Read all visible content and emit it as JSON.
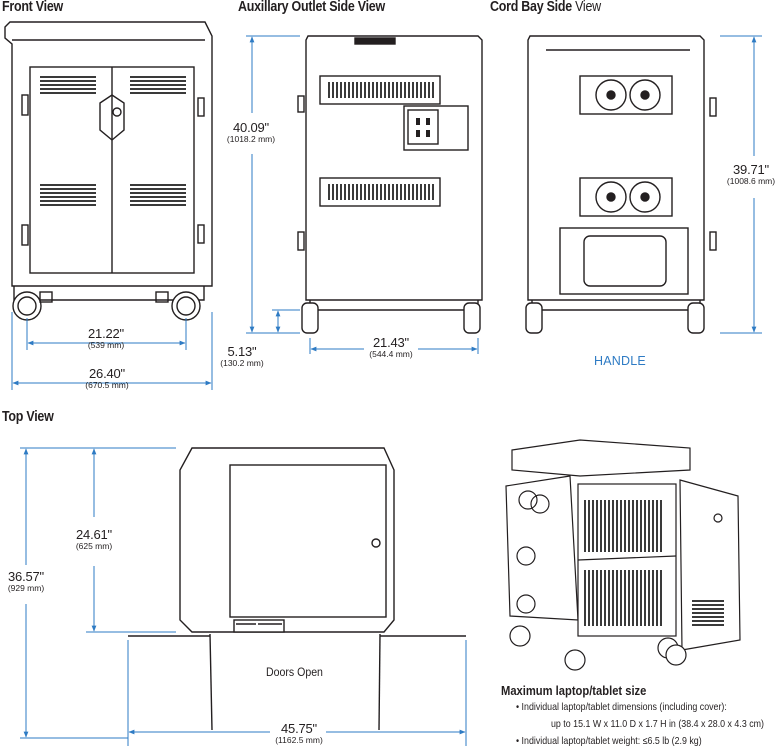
{
  "views": {
    "front": "Front View",
    "aux_bold": "Auxillary Outlet Side View",
    "cord_bold": "Cord Bay Side",
    "cord_light": "View",
    "top": "Top View"
  },
  "dimensions": {
    "front_inner_width": {
      "imperial": "21.22\"",
      "metric": "(539 mm)"
    },
    "front_outer_width": {
      "imperial": "26.40\"",
      "metric": "(670.5 mm)"
    },
    "aux_height": {
      "imperial": "40.09\"",
      "metric": "(1018.2 mm)"
    },
    "aux_caster_height": {
      "imperial": "5.13\"",
      "metric": "(130.2 mm)"
    },
    "aux_width": {
      "imperial": "21.43\"",
      "metric": "(544.4 mm)"
    },
    "cord_height": {
      "imperial": "39.71\"",
      "metric": "(1008.6 mm)"
    },
    "top_depth": {
      "imperial": "24.61\"",
      "metric": "(625 mm)"
    },
    "top_depth_open": {
      "imperial": "36.57\"",
      "metric": "(929 mm)"
    },
    "top_width_open": {
      "imperial": "45.75\"",
      "metric": "(1162.5 mm)"
    }
  },
  "labels": {
    "handle": "HANDLE",
    "doors_open": "Doors Open"
  },
  "specs": {
    "title": "Maximum laptop/tablet size",
    "line1": "• Individual  laptop/tablet dimensions (including cover):",
    "line2": "up to 15.1 W x 11.0 D x 1.7 H in (38.4 x 28.0 x 4.3 cm)",
    "line3": "• Individual laptop/tablet weight: ≤6.5 lb (2.9 kg)"
  },
  "colors": {
    "line": "#231f20",
    "dimension_line": "#2e7bc4",
    "vent": "#3a3a3a"
  }
}
